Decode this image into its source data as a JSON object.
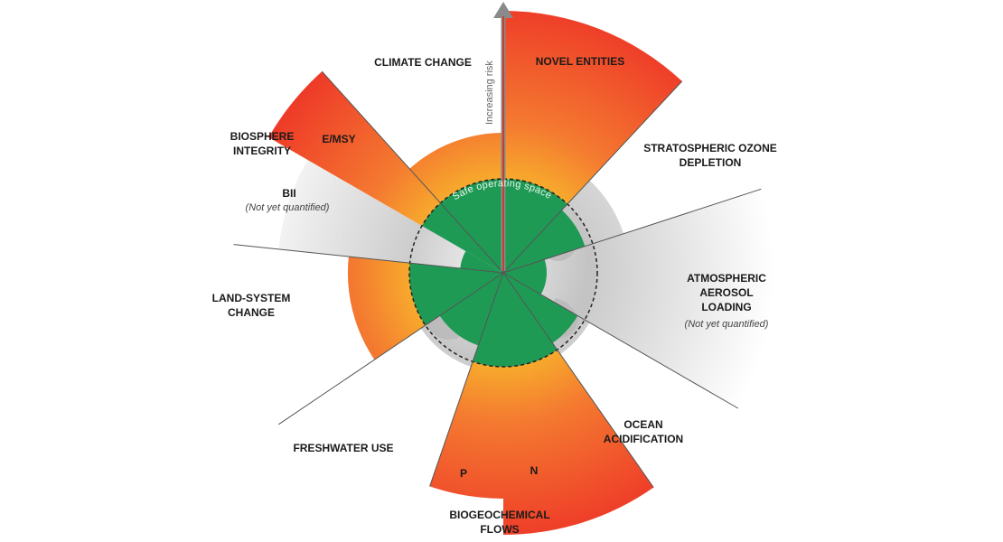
{
  "labels": {
    "climate_change": "CLIMATE CHANGE",
    "novel_entities": "NOVEL ENTITIES",
    "strat_ozone_1": "STRATOSPHERIC OZONE",
    "strat_ozone_2": "DEPLETION",
    "aerosol_1": "ATMOSPHERIC",
    "aerosol_2": "AEROSOL",
    "aerosol_3": "LOADING",
    "aerosol_note": "(Not yet quantified)",
    "ocean_1": "OCEAN",
    "ocean_2": "ACIDIFICATION",
    "biogeo_1": "BIOGEOCHEMICAL",
    "biogeo_2": "FLOWS",
    "freshwater": "FRESHWATER USE",
    "land_1": "LAND-SYSTEM",
    "land_2": "CHANGE",
    "biosphere_1": "BIOSPHERE",
    "biosphere_2": "INTEGRITY",
    "bii": "BII",
    "bii_note": "(Not yet quantified)",
    "emsy": "E/MSY",
    "p": "P",
    "n": "N",
    "safe_space": "Safe operating space",
    "risk_arrow": "Increasing risk"
  },
  "colors": {
    "safe_green": "#1f9a55",
    "orange_inner": "#f6a227",
    "red_outer": "#f0432a",
    "grey_globe": "#cfcfcf",
    "divider": "#555555"
  }
}
